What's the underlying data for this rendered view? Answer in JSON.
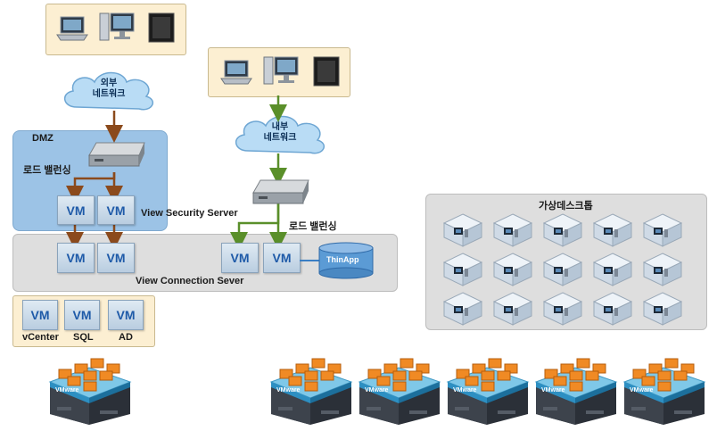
{
  "clouds": {
    "external": [
      "외부",
      "네트워크"
    ],
    "internal": [
      "내부",
      "네트워크"
    ]
  },
  "dmz": {
    "title": "DMZ",
    "load_balancer": "로드 밸런싱"
  },
  "internal_lb": "로드 밸런싱",
  "vm_label": "VM",
  "labels": {
    "security_server": "View Security Server",
    "connection_server": "View Connection Sever",
    "thinapp": "ThinApp",
    "virtual_desktops": "가상데스크톱"
  },
  "infra": [
    "vCenter",
    "SQL",
    "AD"
  ],
  "vmware_label": "VMware",
  "colors": {
    "brown_arrow": "#8b4a1c",
    "green_arrow": "#5a8f2a",
    "cloud": "#b9dcf5"
  }
}
